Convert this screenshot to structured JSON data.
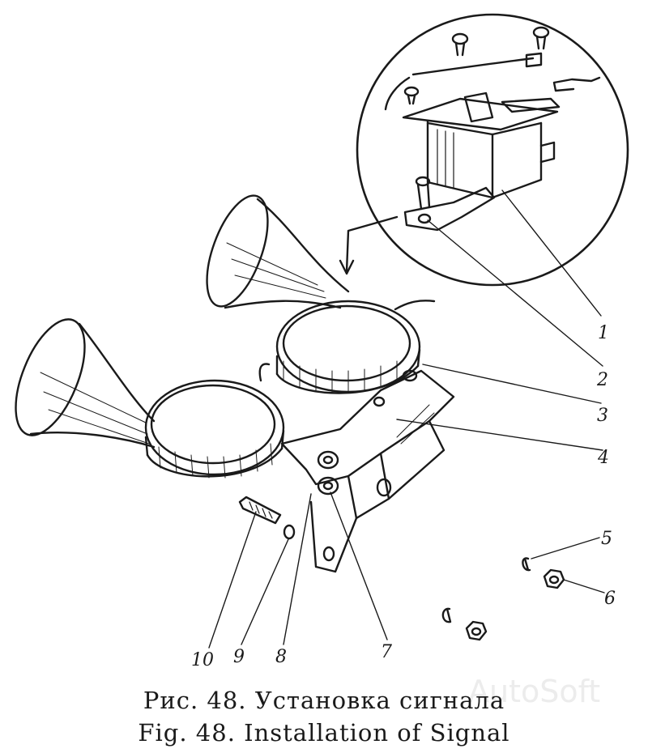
{
  "figure": {
    "caption_ru": "Рис. 48. Установка сигнала",
    "caption_en": "Fig. 48. Installation of Signal",
    "watermark": "AutoSoft"
  },
  "callouts": [
    "1",
    "2",
    "3",
    "4",
    "5",
    "6",
    "7",
    "8",
    "9",
    "10"
  ],
  "colors": {
    "ink": "#1a1a1a",
    "background": "#ffffff"
  }
}
